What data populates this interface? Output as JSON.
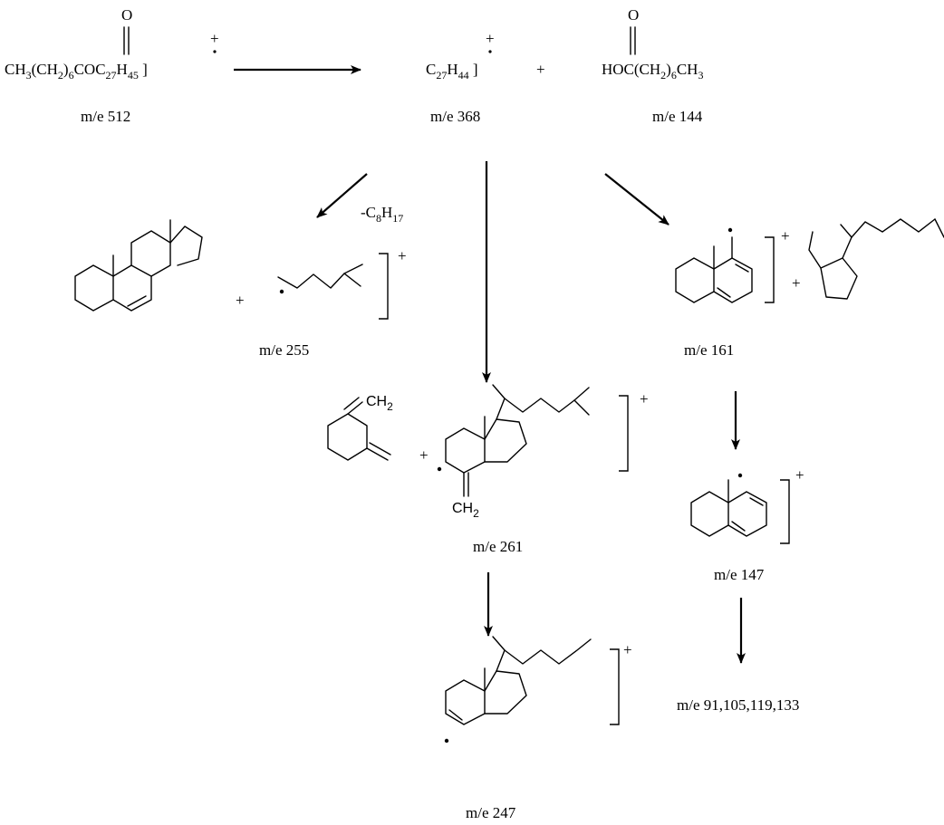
{
  "reactant": {
    "formula_parts": [
      "CH",
      "3",
      "(CH",
      "2",
      ")",
      "6",
      "COC",
      "27",
      "H",
      "45",
      " ]"
    ],
    "carbonyl_o": "O",
    "charge": "+",
    "mass": "m/e 512"
  },
  "ion_368": {
    "formula_parts": [
      "C",
      "27",
      "H",
      "44",
      " ]"
    ],
    "charge": "+",
    "mass": "m/e 368"
  },
  "plus_sign": "+",
  "acid": {
    "formula_parts": [
      "HOC(CH",
      "2",
      ")",
      "6",
      "CH",
      "3"
    ],
    "carbonyl_o": "O",
    "mass": "m/e 144"
  },
  "loss_label": {
    "parts": [
      "-C",
      "8",
      "H",
      "17"
    ]
  },
  "ion_255": {
    "mass": "m/e 255",
    "charge": "+"
  },
  "ion_161": {
    "mass": "m/e 161",
    "charge": "+"
  },
  "ion_261": {
    "mass": "m/e 261",
    "charge": "+",
    "ch2_top": "CH",
    "ch2_top_sub": "2",
    "ch2_bottom": "CH",
    "ch2_bottom_sub": "2"
  },
  "ion_147": {
    "mass": "m/e 147",
    "charge": "+"
  },
  "ion_247": {
    "mass": "m/e 247",
    "charge": "+"
  },
  "small_fragments": {
    "mass": "m/e 91,105,119,133"
  }
}
